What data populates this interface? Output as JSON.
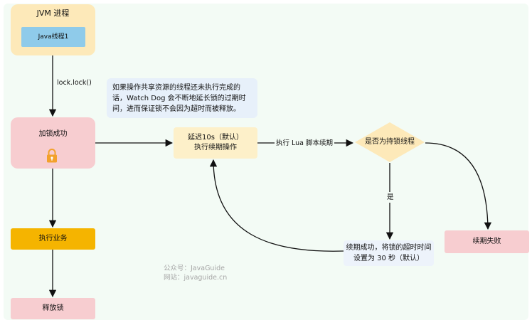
{
  "jvm": {
    "title": "JVM 进程",
    "thread": "Java线程1"
  },
  "edges": {
    "lock_call": "lock.lock()",
    "lua_renew": "执行 Lua 脚本续期",
    "yes": "是"
  },
  "nodes": {
    "lock_success": "加锁成功",
    "delay": [
      "延迟10s（默认）",
      "执行续期操作"
    ],
    "decision": "是否为持锁线程",
    "renew_success": [
      "续期成功，将锁的超时时间",
      "设置为 30 秒（默认）"
    ],
    "renew_fail": "续期失败",
    "business": "执行业务",
    "release": "释放锁"
  },
  "note": [
    "如果操作共享资源的线程还未执行完成的",
    "话，Watch Dog 会不断地延长锁的过期时",
    "间，进而保证锁不会因为超时而被释放。"
  ],
  "watermark": [
    "公众号：JavaGuide",
    "网站：javaguide.cn"
  ],
  "colors": {
    "jvm_fill": "#fde9b9",
    "thread_fill": "#8fcbea",
    "lock_fill": "#f7cdd0",
    "lock_icon": "#f3a12b",
    "business_fill": "#f5b400",
    "delay_fill": "#fdf0c9",
    "decision_fill": "#fde9b9",
    "note_fill": "#e7f0fa",
    "fail_fill": "#f7cdd0"
  }
}
